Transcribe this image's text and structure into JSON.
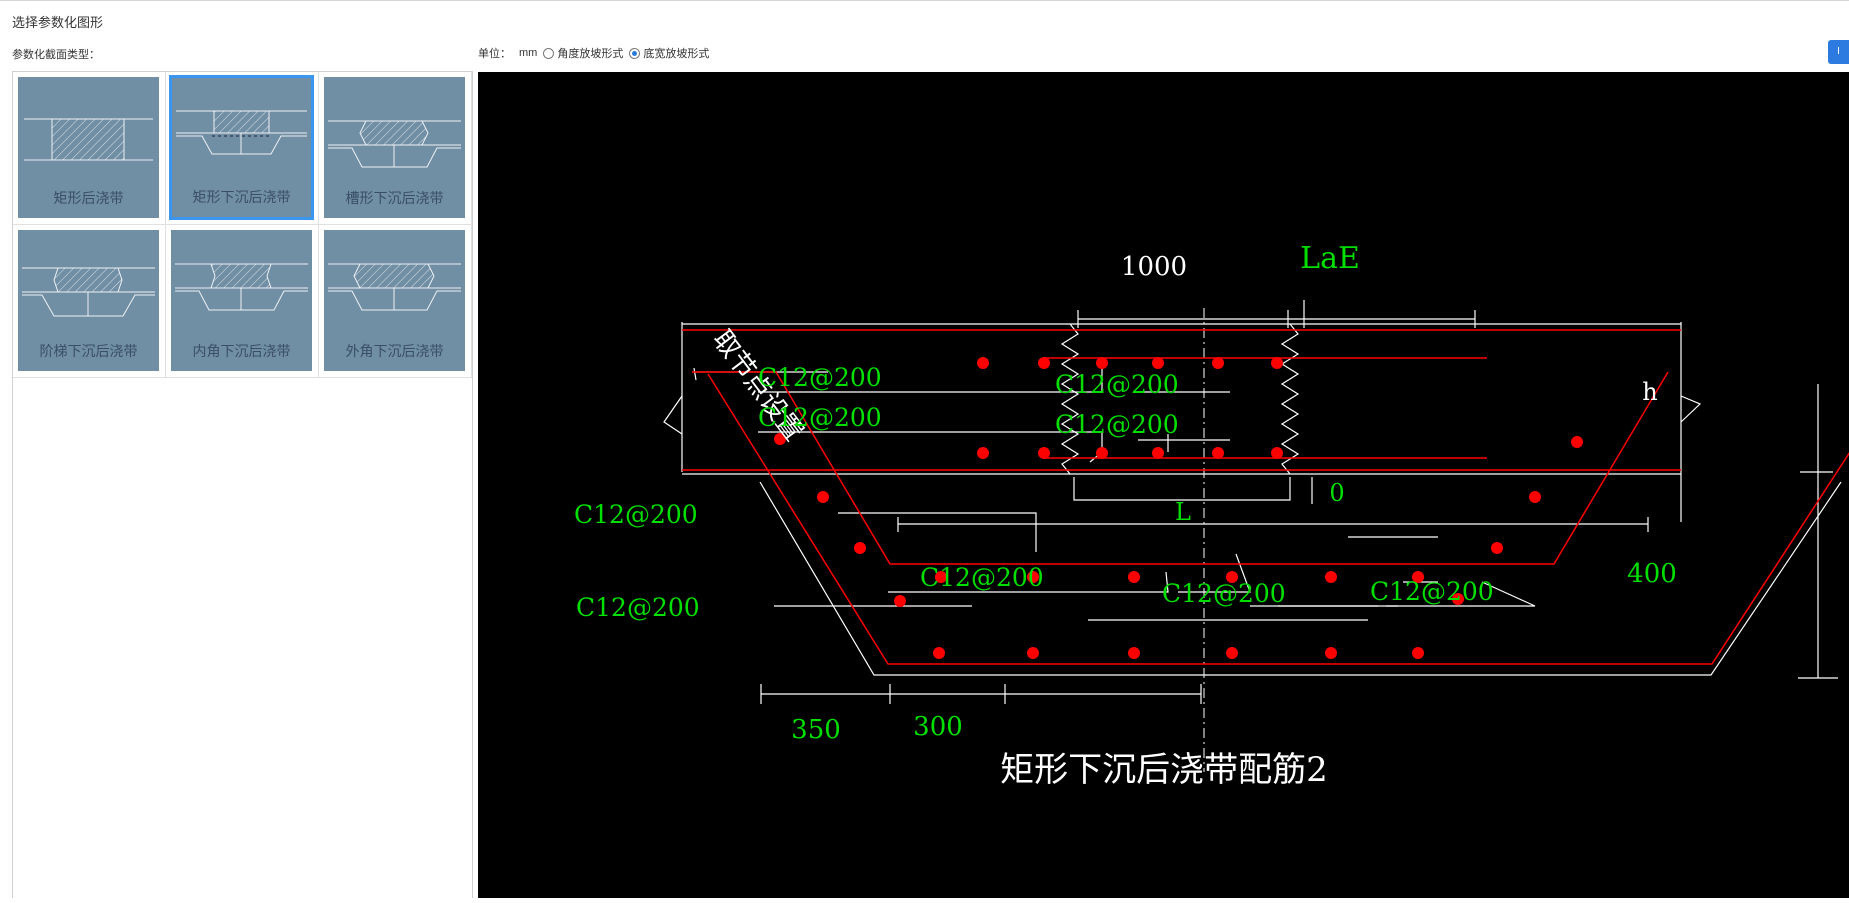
{
  "window": {
    "title": "选择参数化图形"
  },
  "left": {
    "section_label": "参数化截面类型："
  },
  "toolbar": {
    "unit_label": "单位：",
    "unit_value": "mm",
    "radio_angle": "角度放坡形式",
    "radio_width": "底宽放坡形式",
    "selected": "radio_width",
    "button_label": "I"
  },
  "thumbnails": [
    {
      "label": "矩形后浇带",
      "selected": false
    },
    {
      "label": "矩形下沉后浇带",
      "selected": true
    },
    {
      "label": "槽形下沉后浇带",
      "selected": false
    },
    {
      "label": "阶梯下沉后浇带",
      "selected": false
    },
    {
      "label": "内角下沉后浇带",
      "selected": false
    },
    {
      "label": "外角下沉后浇带",
      "selected": false
    }
  ],
  "drawing": {
    "title": "矩形下沉后浇带配筋2",
    "dim_1000": "1000",
    "dim_lae": "LaE",
    "dim_h": "h",
    "dim_0": "0",
    "dim_L": "L",
    "dim_400": "400",
    "dim_350": "350",
    "dim_300": "300",
    "node_note": "取节点设置",
    "rebar_labels": [
      "C12@200",
      "C12@200",
      "C12@200",
      "C12@200",
      "C12@200",
      "C12@200",
      "C12@200",
      "C12@200",
      "C12@200"
    ]
  },
  "colors": {
    "accent": "#3a96ef",
    "thumb_bg": "#708ea4",
    "rebar": "#ff0000",
    "dim_text": "#00e000"
  }
}
